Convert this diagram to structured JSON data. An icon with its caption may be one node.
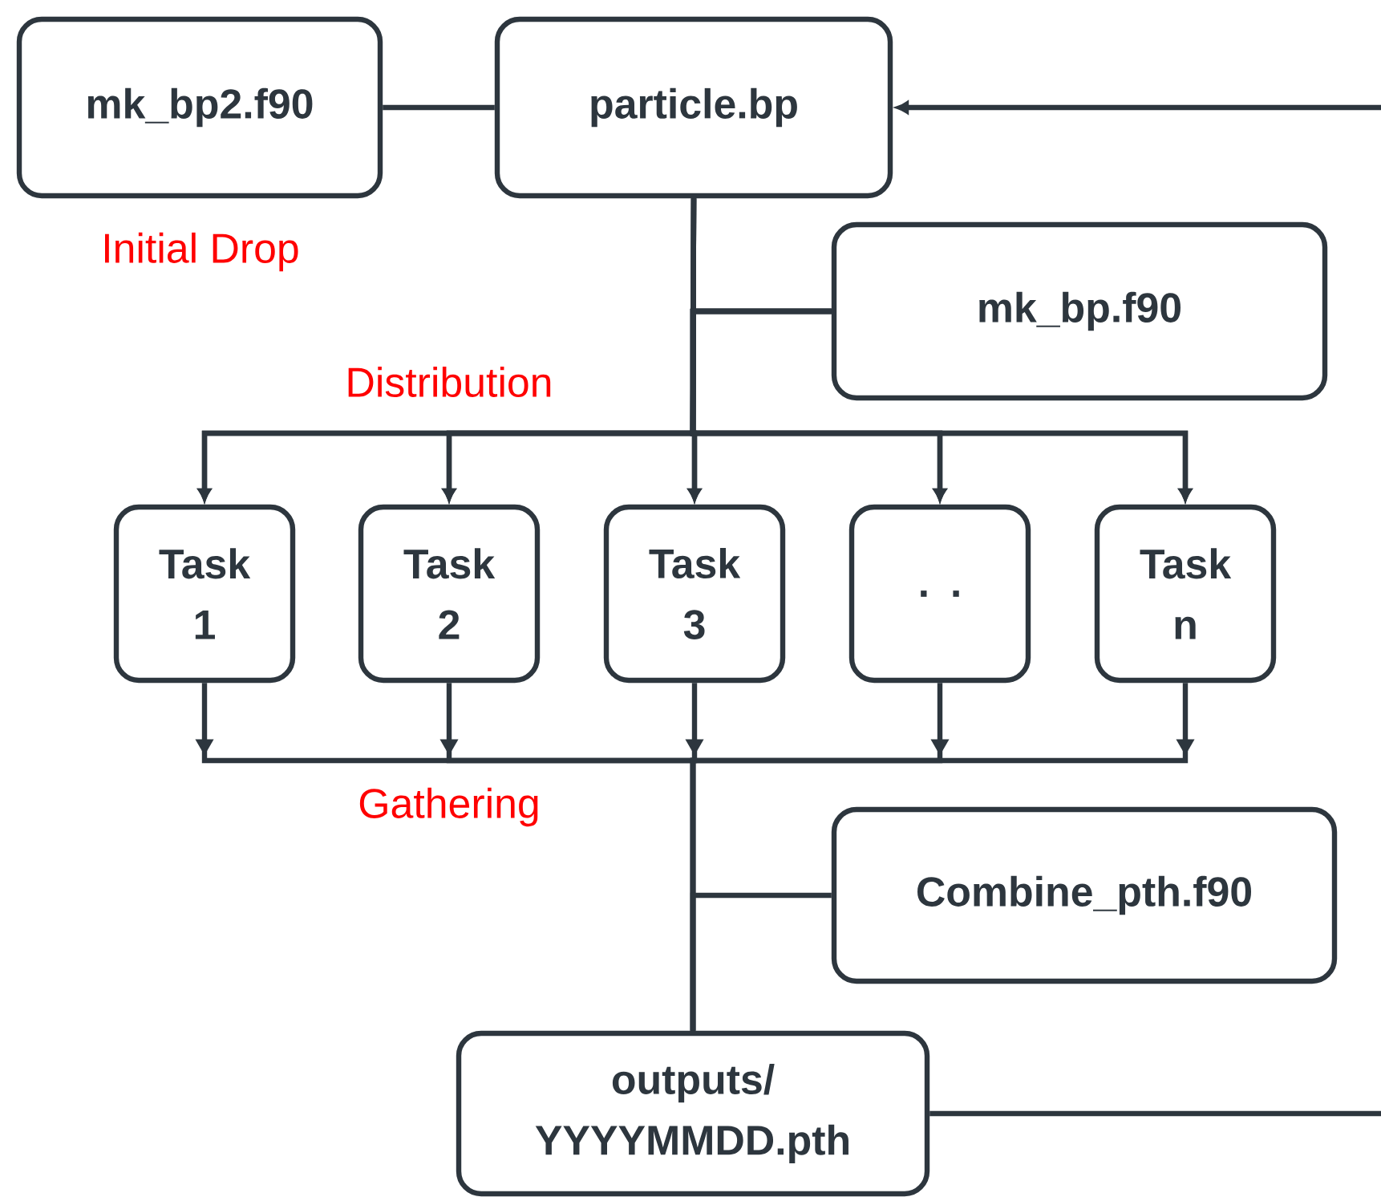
{
  "diagram": {
    "nodes": [
      {
        "text": [
          "mk_bp2.f90"
        ]
      },
      {
        "text": [
          "particle.bp"
        ]
      },
      {
        "text": [
          "mk_bp.f90"
        ]
      },
      {
        "text": [
          "Task 1"
        ]
      },
      {
        "text": [
          "Task 2"
        ]
      },
      {
        "text": [
          "Task 3"
        ]
      },
      {
        "text": [
          ". ."
        ]
      },
      {
        "text": [
          "Task n"
        ]
      },
      {
        "text": [
          "Combine_pth.f90"
        ]
      },
      {
        "text": [
          "outputs/ YYYYMMDD.pth"
        ]
      }
    ],
    "edges": [
      {
        "from": 0,
        "to": 1,
        "arrow": "none"
      },
      {
        "from": 1,
        "to": 3,
        "arrow": "to"
      },
      {
        "from": 1,
        "to": 4,
        "arrow": "to"
      },
      {
        "from": 1,
        "to": 5,
        "arrow": "to"
      },
      {
        "from": 1,
        "to": 6,
        "arrow": "to"
      },
      {
        "from": 1,
        "to": 7,
        "arrow": "to"
      },
      {
        "from": 2,
        "to": 3,
        "arrow": "to"
      },
      {
        "from": 2,
        "to": 4,
        "arrow": "to"
      },
      {
        "from": 2,
        "to": 5,
        "arrow": "to"
      },
      {
        "from": 2,
        "to": 6,
        "arrow": "to"
      },
      {
        "from": 2,
        "to": 7,
        "arrow": "to"
      },
      {
        "from": 3,
        "to": 9,
        "arrow": "to"
      },
      {
        "from": 4,
        "to": 9,
        "arrow": "to"
      },
      {
        "from": 5,
        "to": 9,
        "arrow": "to"
      },
      {
        "from": 6,
        "to": 9,
        "arrow": "to"
      },
      {
        "from": 7,
        "to": 9,
        "arrow": "to"
      },
      {
        "from": 8,
        "to": 9,
        "arrow": "none"
      },
      {
        "from": 9,
        "to": 1,
        "arrow": "to"
      }
    ],
    "labels": [
      "Initial Drop",
      "Distribution",
      "Gathering"
    ]
  }
}
